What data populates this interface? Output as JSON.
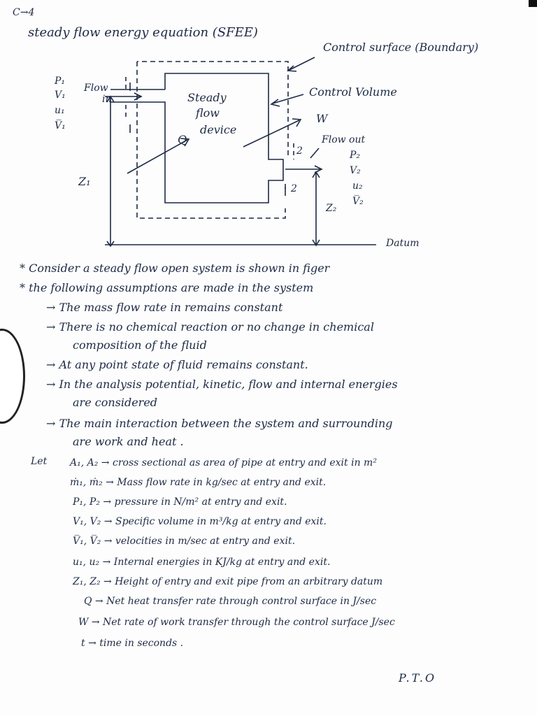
{
  "header": {
    "unit_tag": "C→4",
    "title": "steady flow energy equation (SFEE)"
  },
  "diagram": {
    "control_surface": "Control surface (Boundary)",
    "control_volume": "Control Volume",
    "device": [
      "Steady",
      "flow",
      "device"
    ],
    "flow_in": [
      "Flow",
      "in"
    ],
    "flow_out": "Flow out",
    "inlet_props": [
      "P₁",
      "V₁",
      "u₁",
      "V̅₁"
    ],
    "outlet_props": [
      "P₂",
      "V₂",
      "u₂",
      "V̅₂"
    ],
    "Q": "Q",
    "W": "W",
    "z1": "Z₁",
    "z2": "Z₂",
    "sec1": "1",
    "sec2": "2",
    "datum": "Datum"
  },
  "bullets": [
    "Consider a steady flow open system is shown in figer",
    "the following assumptions are made in the system"
  ],
  "assumptions": [
    "The mass flow rate in remains constant",
    "There is no chemical reaction or no change in chemical",
    "composition of the fluid",
    "At any point state of fluid remains constant.",
    "In the analysis potential, kinetic, flow and internal energies",
    "are considered",
    "The main interaction between the system and surrounding",
    "are work and heat ."
  ],
  "let_label": "Let",
  "definitions": [
    "A₁, A₂ → cross sectional as area of pipe at entry and exit in m²",
    "ṁ₁, ṁ₂ → Mass flow rate in kg/sec at entry and exit.",
    "P₁, P₂ → pressure in N/m² at entry and exit.",
    "V₁, V₂ → Specific volume in m³/kg at entry and exit.",
    "V̅₁, V̅₂ → velocities in m/sec at entry and exit.",
    "u₁, u₂ → Internal energies in KJ/kg at entry and exit.",
    "Z₁, Z₂ → Height of entry and exit pipe from an arbitrary datum",
    "Q → Net heat transfer rate through control surface in J/sec",
    "W → Net rate of work transfer through the control surface J/sec",
    "t → time in seconds ."
  ],
  "footer": "P.T.O",
  "colors": {
    "ink": "#1d2a44",
    "paper": "#fdfdfd"
  }
}
